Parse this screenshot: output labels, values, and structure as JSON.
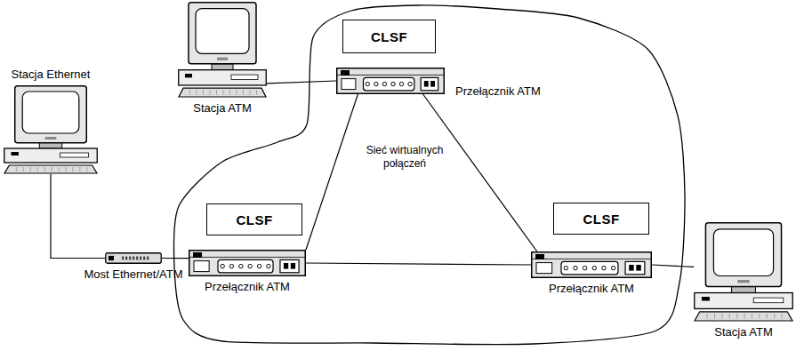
{
  "diagram": {
    "nodes": [
      {
        "text": [
          "Sieć wirtualnych połączeń"
        ]
      },
      {
        "text": [
          "Stacja ATM"
        ]
      },
      {
        "text": [
          "CLSF"
        ],
        "in": 0
      },
      {
        "text": [
          "Przełącznik ATM"
        ],
        "in": 0
      },
      {
        "text": [
          "Stacja Ethernet"
        ]
      },
      {
        "text": [
          "CLSF"
        ],
        "in": 0
      },
      {
        "text": [
          "CLSF"
        ],
        "in": 0
      },
      {
        "text": [
          "Przełącznik ATM"
        ],
        "in": 0
      },
      {
        "text": [
          "Przełącznik ATM"
        ],
        "in": 0
      },
      {
        "text": [
          "Most Ethernet/ATM"
        ]
      },
      {
        "text": [
          "Stacja ATM"
        ]
      }
    ],
    "edges": [
      {
        "from": 1,
        "to": 3,
        "arrow": "none"
      },
      {
        "from": 3,
        "to": 7,
        "arrow": "none"
      },
      {
        "from": 3,
        "to": 8,
        "arrow": "none"
      },
      {
        "from": 7,
        "to": 8,
        "arrow": "none"
      },
      {
        "from": 4,
        "to": 9,
        "arrow": "none"
      },
      {
        "from": 9,
        "to": 7,
        "arrow": "none"
      },
      {
        "from": 8,
        "to": 10,
        "arrow": "none"
      }
    ]
  }
}
